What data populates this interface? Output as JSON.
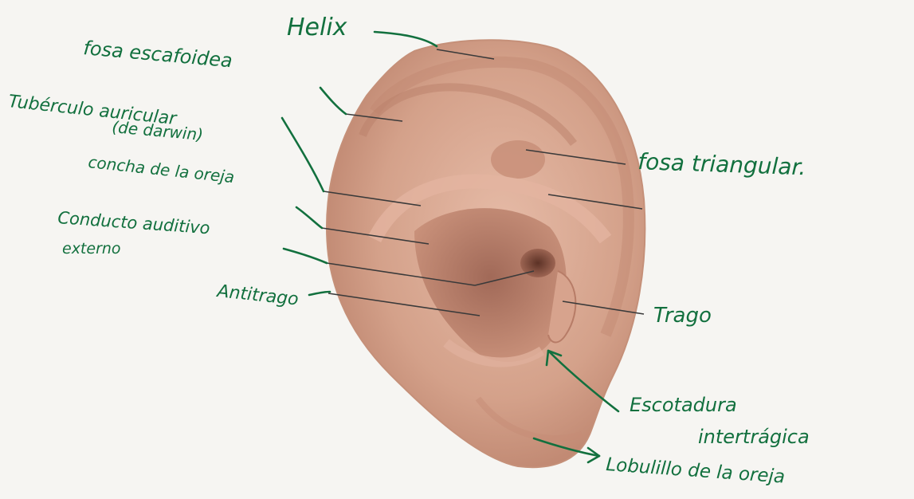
{
  "labels": {
    "helix": "Helix",
    "fosa_escafoidea": "fosa escafoidea",
    "tuberculo_line1": "Tubérculo auricular",
    "tuberculo_line2": "(de darwin)",
    "concha": "concha de la oreja",
    "conducto_line1": "Conducto auditivo",
    "conducto_line2": "externo",
    "antitrago": "Antitrago",
    "fosa_triangular": "fosa triangular.",
    "trago": "Trago",
    "escotadura_line1": "Escotadura",
    "escotadura_line2": "intertrágica",
    "lobulillo": "Lobulillo de la oreja"
  },
  "colors": {
    "ink": "#12703e",
    "leader": "#3a3a3a",
    "skin": "#d9a993",
    "skin_dark": "#a8705c",
    "paper": "#f6f5f2"
  }
}
